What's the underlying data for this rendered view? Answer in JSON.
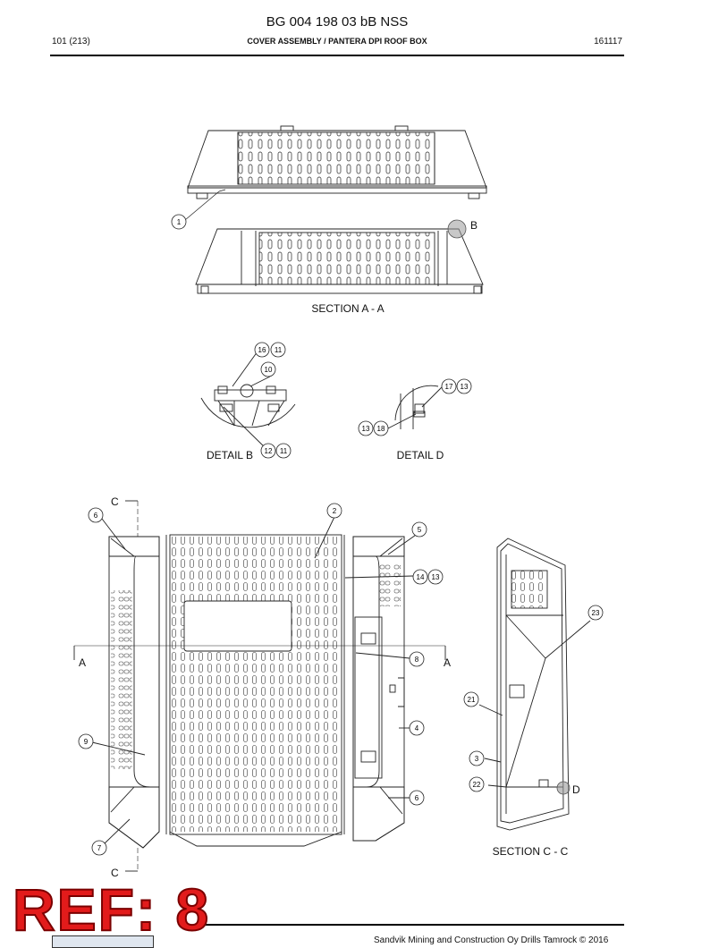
{
  "header": {
    "doc_number": "BG 004 198 03 bB NSS",
    "page": "101 (213)",
    "title": "COVER ASSEMBLY / PANTERA DPI ROOF BOX",
    "date": "161117"
  },
  "views": {
    "section_a": "SECTION A - A",
    "detail_b": "DETAIL B",
    "detail_d": "DETAIL D",
    "section_c": "SECTION C - C"
  },
  "markers": {
    "b": "B",
    "d": "D",
    "a_left": "A",
    "a_right": "A",
    "c_top": "C",
    "c_bottom": "C"
  },
  "balloons": {
    "b1": "1",
    "b16": "16",
    "b11a": "11",
    "b10": "10",
    "b12": "12",
    "b11b": "11",
    "b17": "17",
    "b13a": "13",
    "b13b": "13",
    "b18": "18",
    "b6a": "6",
    "b2": "2",
    "b5": "5",
    "b14": "14",
    "b13c": "13",
    "b8": "8",
    "b4": "4",
    "b9": "9",
    "b6b": "6",
    "b7": "7",
    "b23": "23",
    "b21": "21",
    "b3": "3",
    "b22": "22"
  },
  "stamp": {
    "ref": "REF: 8"
  },
  "footer": {
    "copyright": "Sandvik Mining and Construction Oy Drills Tamrock © 2016"
  }
}
